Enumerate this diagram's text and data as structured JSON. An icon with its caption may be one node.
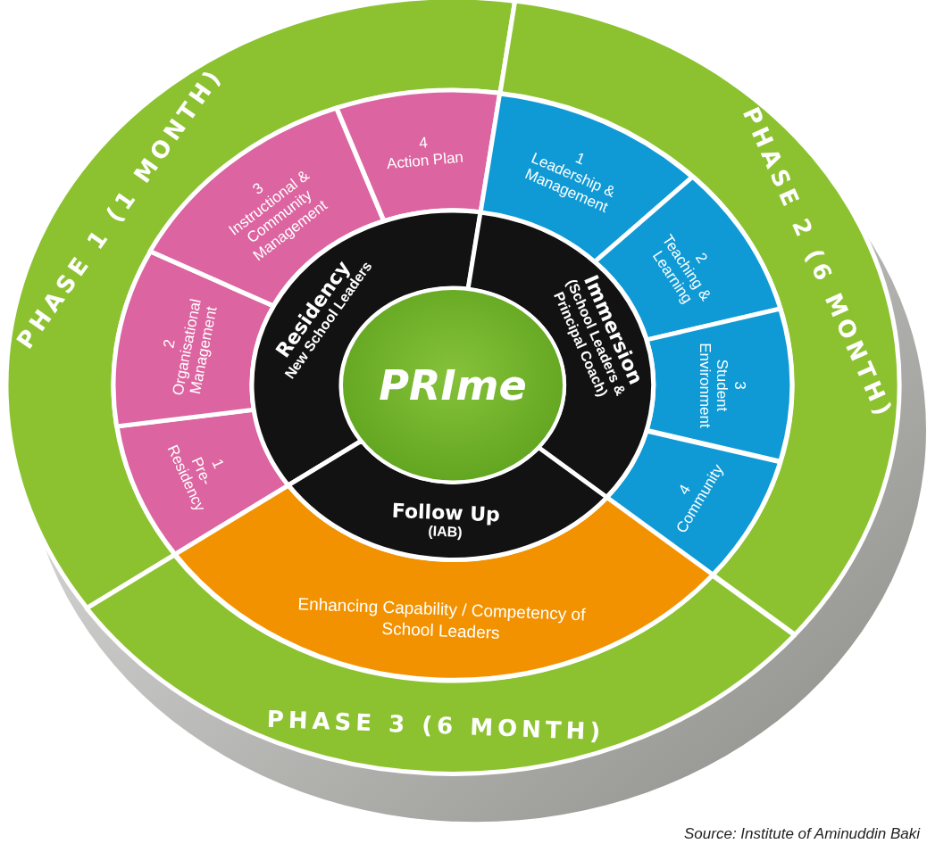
{
  "diagram": {
    "nodes": [
      {
        "text": [
          "PRIme"
        ]
      },
      {
        "text": [
          "Residency",
          "New School Leaders"
        ]
      },
      {
        "text": [
          "Immersion",
          "(School Leaders & Principal Coach)"
        ]
      },
      {
        "text": [
          "Follow Up",
          "(IAB)"
        ]
      },
      {
        "text": [
          "1",
          "Pre-Residency"
        ]
      },
      {
        "text": [
          "2",
          "Organisational Management"
        ]
      },
      {
        "text": [
          "3",
          "Instructional & Community Management"
        ]
      },
      {
        "text": [
          "4",
          "Action Plan"
        ]
      },
      {
        "text": [
          "1",
          "Leadership & Management"
        ]
      },
      {
        "text": [
          "2",
          "Teaching & Learning"
        ]
      },
      {
        "text": [
          "3",
          "Student Environment"
        ]
      },
      {
        "text": [
          "4",
          "Community"
        ]
      },
      {
        "text": [
          "Enhancing Capability / Competency of School Leaders"
        ]
      },
      {
        "text": [
          "PHASE 1 (1 MONTH)"
        ]
      },
      {
        "text": [
          "PHASE 2 (6 MONTH)"
        ]
      },
      {
        "text": [
          "PHASE 3 (6 MONTH)"
        ]
      }
    ],
    "edges": [],
    "labels": [
      "Source: Institute of Aminuddin Baki"
    ]
  }
}
